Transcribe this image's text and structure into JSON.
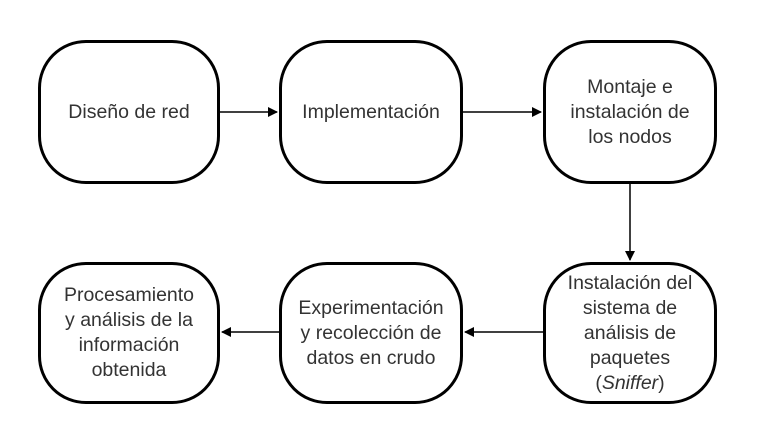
{
  "diagram": {
    "nodes": [
      {
        "id": "n1",
        "lines": [
          "Diseño de red"
        ]
      },
      {
        "id": "n2",
        "lines": [
          "Implementación"
        ]
      },
      {
        "id": "n3",
        "lines": [
          "Montaje e",
          "instalación de",
          "los nodos"
        ]
      },
      {
        "id": "n4",
        "lines": [
          "Instalación del",
          "sistema de",
          "análisis de",
          "paquetes",
          "(Sniffer)"
        ]
      },
      {
        "id": "n5",
        "lines": [
          "Experimentación",
          "y recolección de",
          "datos en crudo"
        ]
      },
      {
        "id": "n6",
        "lines": [
          "Procesamiento",
          "y análisis de la",
          "información",
          "obtenida"
        ]
      }
    ],
    "edges": [
      {
        "from": "n1",
        "to": "n2"
      },
      {
        "from": "n2",
        "to": "n3"
      },
      {
        "from": "n3",
        "to": "n4"
      },
      {
        "from": "n4",
        "to": "n5"
      },
      {
        "from": "n5",
        "to": "n6"
      }
    ],
    "colors": {
      "stroke": "#000000",
      "text": "#333333",
      "background": "#ffffff"
    }
  }
}
